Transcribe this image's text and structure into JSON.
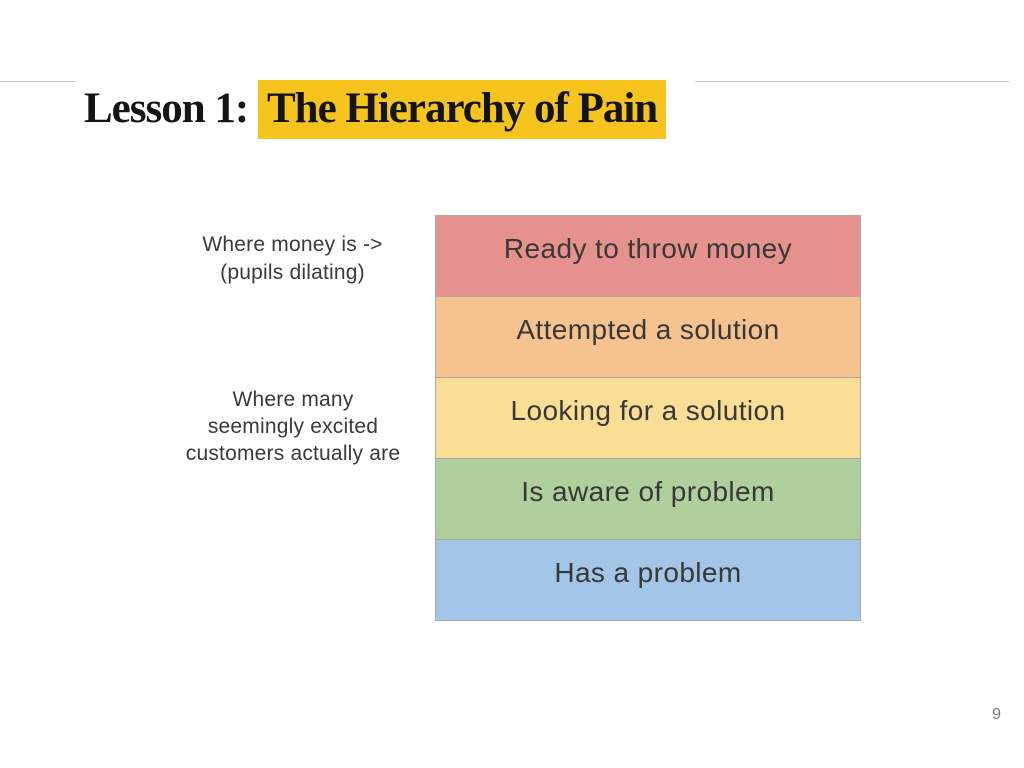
{
  "title": {
    "prefix": "Lesson 1: ",
    "highlight": "The Hierarchy of Pain",
    "highlight_color": "#F6C41D"
  },
  "annotations": {
    "money_line1": "Where money is ->",
    "money_line2": "(pupils dilating)",
    "customers_line1": "Where many",
    "customers_line2": "seemingly excited",
    "customers_line3": "customers actually are"
  },
  "hierarchy": {
    "levels": [
      {
        "label": "Ready to throw money",
        "color": "#E5928F"
      },
      {
        "label": "Attempted a solution",
        "color": "#F5C290"
      },
      {
        "label": "Looking for a solution",
        "color": "#FADE95"
      },
      {
        "label": "Is aware of problem",
        "color": "#AFD09D"
      },
      {
        "label": "Has a problem",
        "color": "#A3C6E8"
      }
    ],
    "border_color": "#A9A9A9"
  },
  "page_number": "9",
  "colors": {
    "rule": "#CCCCCC",
    "title_text": "#141414",
    "annotation_text": "#3A3A3A",
    "level_text": "#383838",
    "page_number_text": "#7C7C7C"
  }
}
